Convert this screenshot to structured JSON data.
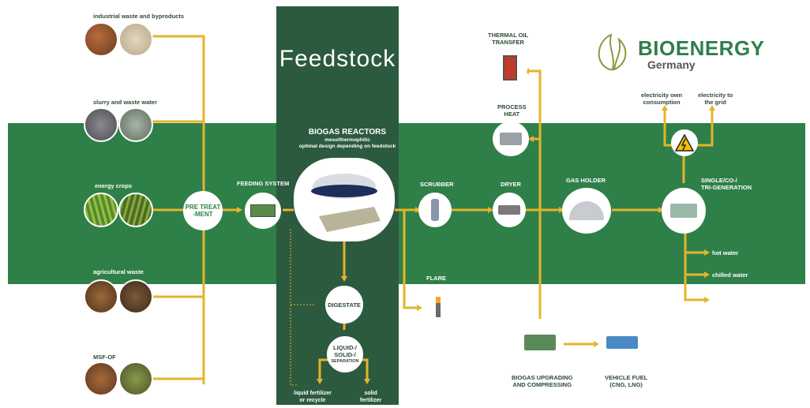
{
  "title": "Feedstock",
  "brand": {
    "name": "BIOENERGY",
    "country": "Germany",
    "color": "#2f7f49",
    "accent": "#8a9a3e"
  },
  "colors": {
    "band": "#2f7f49",
    "column": "#2c5a3e",
    "arrow": "#e5b42a"
  },
  "feedstocks": [
    {
      "label": "industrial waste and byproducts"
    },
    {
      "label": "slurry and waste water"
    },
    {
      "label": "energy crops"
    },
    {
      "label": "agricultural waste"
    },
    {
      "label": "MSF-OF"
    }
  ],
  "nodes": {
    "pretreatment": "PRE TREAT\n-MENT",
    "feeding_system": "FEEDING SYSTEM",
    "reactors_title": "BIOGAS REACTORS",
    "reactors_sub1": "meso/thermophilic",
    "reactors_sub2": "optimal design depending on feedstock",
    "scrubber": "SCRUBBER",
    "dryer": "DRYER",
    "gas_holder": "GAS HOLDER",
    "flare": "FLARE",
    "thermal_oil": "THERMAL OIL\nTRANSFER",
    "process_heat": "PROCESS\nHEAT",
    "generation": "SINGLE/CO-/\nTRI-GENERATION",
    "electricity_own": "electricity own\nconsumption",
    "electricity_grid": "electricity to\nthe grid",
    "hot_water": "hot water",
    "chilled_water": "chilled water",
    "digestate": "DIGESTATE",
    "separation_1": "LIQUID-/",
    "separation_2": "SOLID-/",
    "separation_3": "SEPARATION",
    "liquid_fertilizer": "liquid fertilizer\nor recycle",
    "solid_fertilizer": "solid\nfertilizer",
    "upgrading": "BIOGAS UPGRADING\nAND COMPRESSING",
    "vehicle_fuel": "VEHICLE FUEL\n(CNG, LNG)"
  }
}
